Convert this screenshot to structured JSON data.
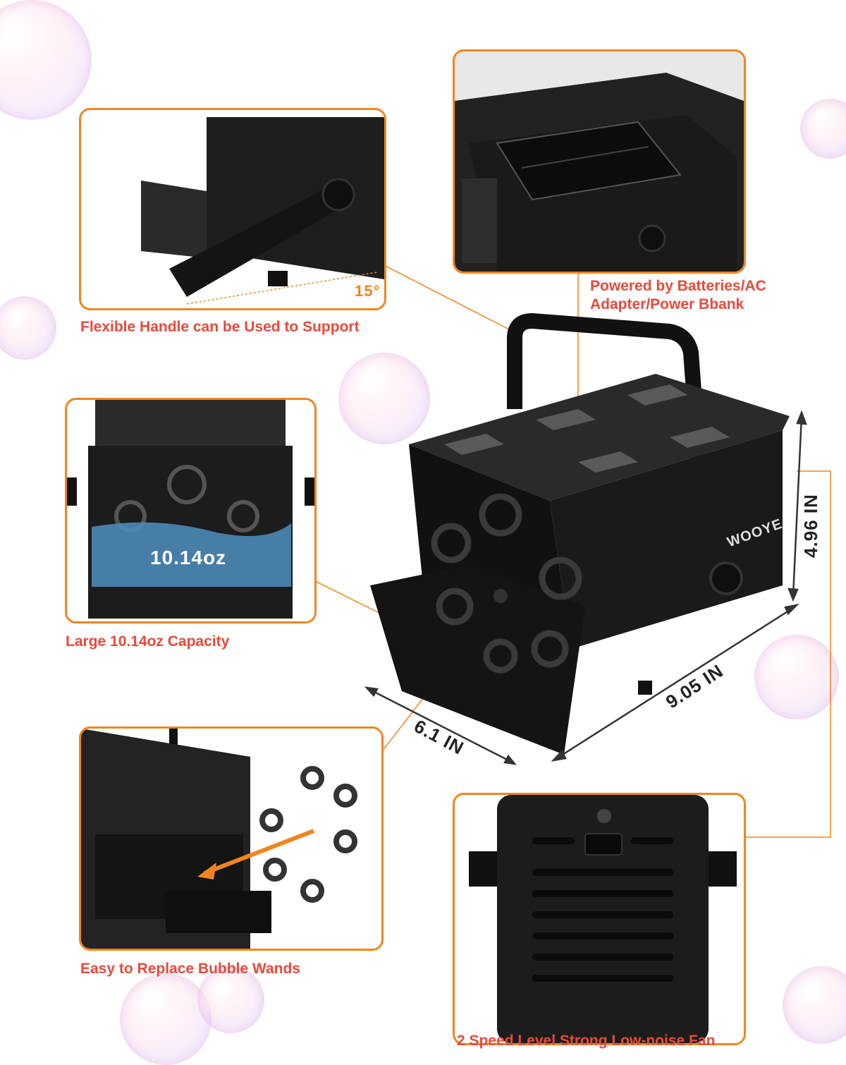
{
  "brand": "WOOYE",
  "captions": {
    "handle": "Flexible Handle can be Used to Support",
    "power": "Powered by Batteries/AC\nAdapter/Power Bbank",
    "capacity": "Large 10.14oz Capacity",
    "wands": "Easy to Replace  Bubble Wands",
    "fan": "2 Speed Level   Strong Low-noise Fan"
  },
  "handle_angle": "15°",
  "capacity_label": "10.14oz",
  "dimensions": {
    "height": "4.96 IN",
    "length": "9.05 IN",
    "width": "6.1 IN"
  },
  "colors": {
    "accent_orange": "#f0851f",
    "caption_red": "#e74a3b",
    "product_black": "#1c1c1c",
    "liquid_blue": "#4f8fc0"
  }
}
